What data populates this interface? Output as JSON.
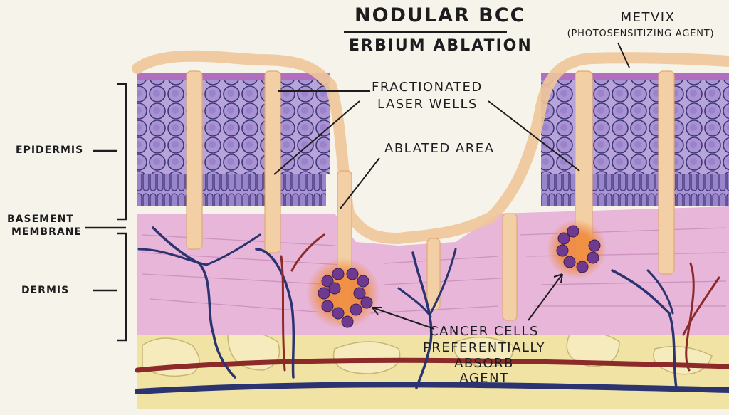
{
  "title": "NODULAR BCC",
  "subtitle": "ERBIUM ABLATION",
  "agent": {
    "name": "METVIX",
    "description": "(PHOTOSENSITIZING AGENT)"
  },
  "callouts": {
    "wells_line1": "FRACTIONATED",
    "wells_line2": "LASER WELLS",
    "ablated": "ABLATED AREA",
    "cancer_line1": "CANCER CELLS",
    "cancer_line2": "PREFERENTIALLY",
    "cancer_line3": "ABSORB AGENT"
  },
  "layers": {
    "epidermis": "EPIDERMIS",
    "basement_line1": "BASEMENT",
    "basement_line2": "MEMBRANE",
    "dermis": "DERMIS"
  },
  "colors": {
    "background": "#f6f4ea",
    "agent_coat": "#f0c79a",
    "epidermis_cells": "#9d86c9",
    "dermis": "#e7b6d9",
    "fat": "#f1e3a3",
    "vessels_blue": "#2b3470",
    "vessels_red": "#8c2a2a",
    "tumor": "#6d3a8f",
    "tumor_halo": "#f08a3a"
  }
}
